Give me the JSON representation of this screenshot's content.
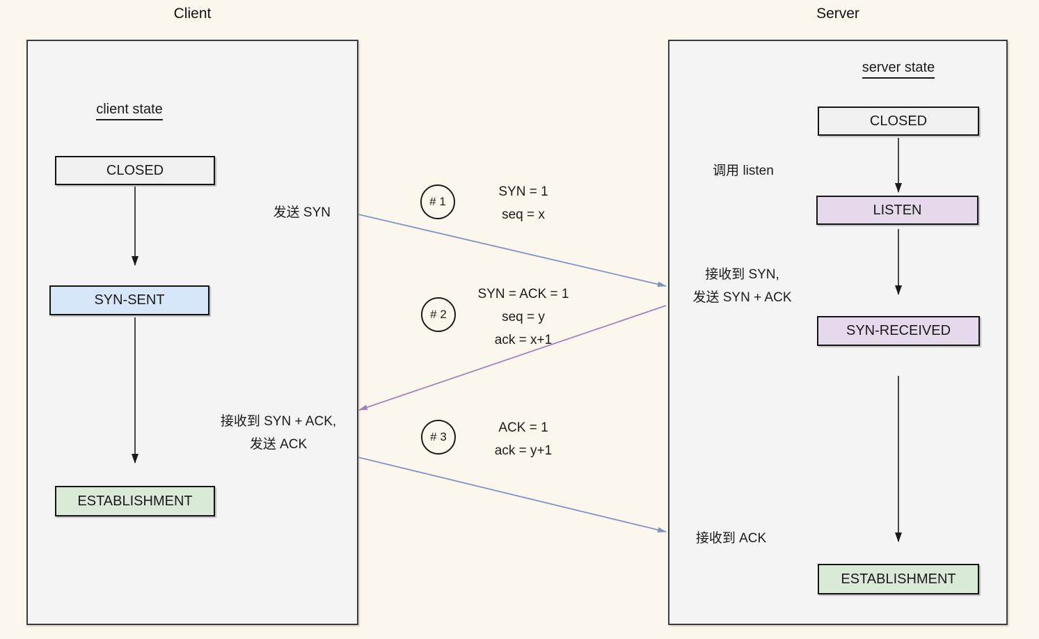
{
  "titles": {
    "client": "Client",
    "server": "Server"
  },
  "client_panel": {
    "heading": "client state",
    "states": [
      {
        "label": "CLOSED"
      },
      {
        "label": "SYN-SENT"
      },
      {
        "label": "ESTABLISHMENT"
      }
    ],
    "annotations": {
      "send_syn": "发送 SYN",
      "recv_synack_line1": "接收到 SYN + ACK,",
      "recv_synack_line2": "发送 ACK"
    }
  },
  "server_panel": {
    "heading": "server state",
    "states": [
      {
        "label": "CLOSED"
      },
      {
        "label": "LISTEN"
      },
      {
        "label": "SYN-RECEIVED"
      },
      {
        "label": "ESTABLISHMENT"
      }
    ],
    "annotations": {
      "call_listen": "调用 listen",
      "recv_syn_line1": "接收到 SYN,",
      "recv_syn_line2": "发送 SYN + ACK",
      "recv_ack": "接收到 ACK"
    }
  },
  "messages": [
    {
      "badge": "# 1",
      "lines": [
        "SYN = 1",
        "seq = x"
      ]
    },
    {
      "badge": "# 2",
      "lines": [
        "SYN = ACK = 1",
        "seq = y",
        "ack = x+1"
      ]
    },
    {
      "badge": "# 3",
      "lines": [
        "ACK = 1",
        "ack = y+1"
      ]
    }
  ],
  "colors": {
    "background": "#FCF7ED",
    "panel_fill": "#F4F4F4",
    "panel_border": "#3B3B3B",
    "state_closed_fill": "#F0F0F0",
    "state_syn_sent_fill": "#D8E6F9",
    "state_listen_fill": "#E6D9EC",
    "state_syn_received_fill": "#E6D9EC",
    "state_establishment_fill": "#D9EAD7",
    "client_to_server_arrow": "#8093C8",
    "server_to_client_arrow": "#A281BD",
    "state_arrow": "#1A1A1A"
  }
}
